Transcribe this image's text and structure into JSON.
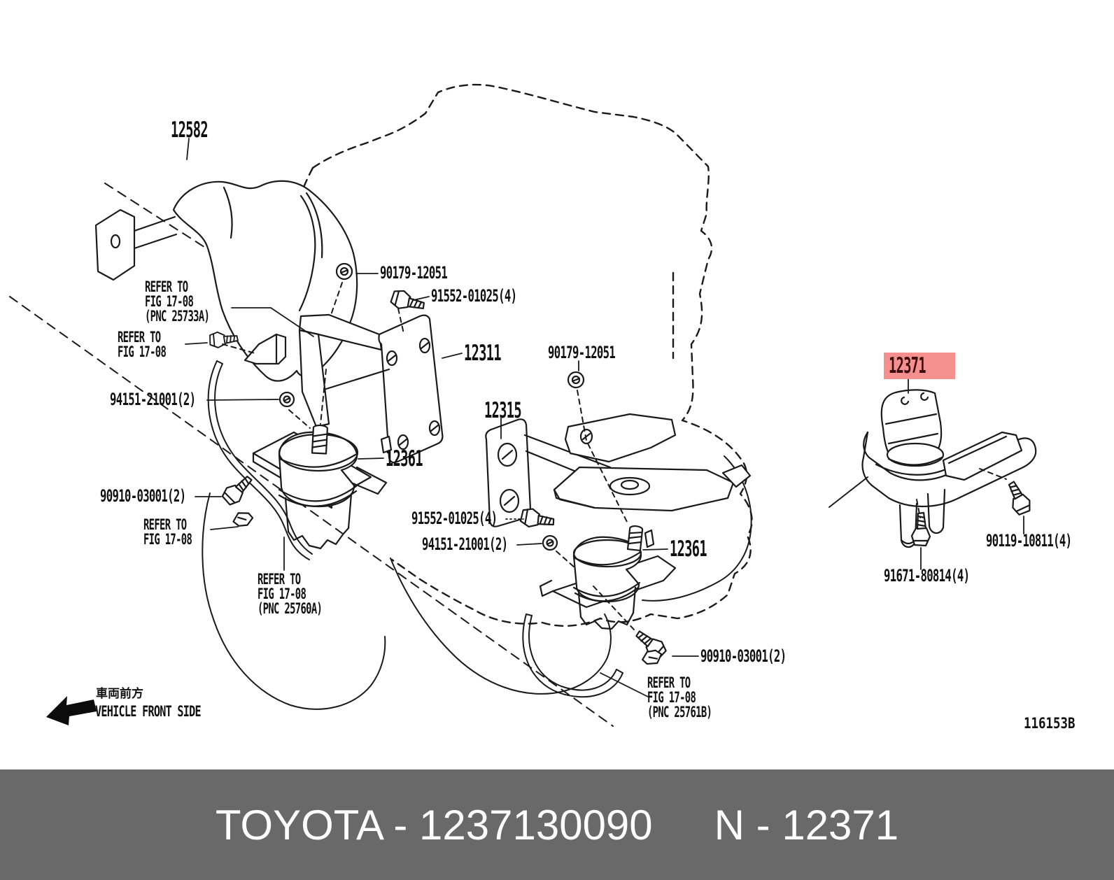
{
  "diagram": {
    "figure_code": "116153B",
    "highlighted_part": "12371",
    "front_direction": {
      "jp": "車両前方",
      "en": "VEHICLE FRONT SIDE"
    },
    "parts": {
      "p12582": "12582",
      "p12311": "12311",
      "p12315": "12315",
      "p12361_front": "12361",
      "p12361_rear": "12361",
      "p12371": "12371",
      "n90179_upper": "90179-12051",
      "n90179_lower": "90179-12051",
      "b91552_upper": "91552-01025(4)",
      "b91552_lower": "91552-01025(4)",
      "n94151_upper": "94151-21001(2)",
      "n94151_lower": "94151-21001(2)",
      "b90910_left": "90910-03001(2)",
      "b90910_bottom": "90910-03001(2)",
      "b90119": "90119-10811(4)",
      "b91671": "91671-80814(4)"
    },
    "notes": {
      "refer_25733a": "REFER TO\nFIG 17-08\n(PNC 25733A)",
      "refer_left_upper": "REFER TO\nFIG 17-08",
      "refer_left_lower": "REFER TO\nFIG 17-08",
      "refer_25760a": "REFER TO\nFIG 17-08\n(PNC 25760A)",
      "refer_25761b": "REFER TO\nFIG 17-08\n(PNC 25761B)"
    }
  },
  "footer": {
    "catalog_label": "TOYOTA - 1237130090",
    "part_label": "N - 12371"
  },
  "colors": {
    "highlight_bg": "#f5908e",
    "highlight_text": "#3d0d0d",
    "footer_bg": "#696969",
    "line": "#1a1a1a"
  }
}
